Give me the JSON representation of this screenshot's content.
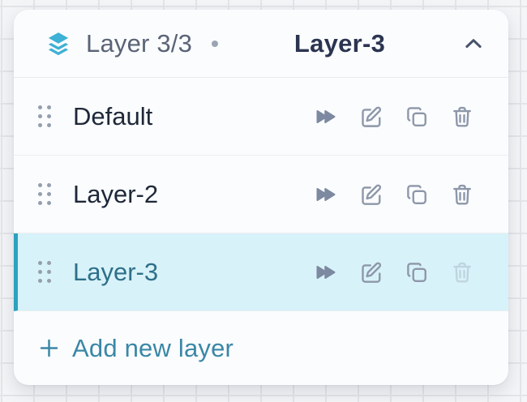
{
  "header": {
    "count_label": "Layer 3/3",
    "separator": "dot",
    "current_layer": "Layer-3",
    "layers_icon": "layers-stack-icon",
    "collapse_icon": "chevron-up-icon"
  },
  "rows": [
    {
      "name": "Default",
      "selected": false,
      "actions": [
        "move-to-front",
        "edit",
        "duplicate",
        "delete"
      ],
      "delete_enabled": true
    },
    {
      "name": "Layer-2",
      "selected": false,
      "actions": [
        "move-to-front",
        "edit",
        "duplicate",
        "delete"
      ],
      "delete_enabled": true
    },
    {
      "name": "Layer-3",
      "selected": true,
      "actions": [
        "move-to-front",
        "edit",
        "duplicate",
        "delete"
      ],
      "delete_enabled": false
    }
  ],
  "footer": {
    "add_label": "Add new layer",
    "plus_icon": "+"
  },
  "colors": {
    "accent_teal": "#3db1d6",
    "selected_row_bg": "#d8f2f9",
    "selected_accent_bar": "#2ba2bf",
    "selected_text": "#2e7089",
    "row_text": "#1e2838",
    "header_count_text": "#5a6477",
    "header_bold_text": "#2b3550",
    "action_icon": "#8d97a9",
    "fast_forward_icon": "#7d89a0",
    "footer_link": "#3a87a6",
    "panel_bg": "#fbfcfe",
    "canvas_bg": "#f4f5f7",
    "grid_line": "#e3e5e8"
  }
}
